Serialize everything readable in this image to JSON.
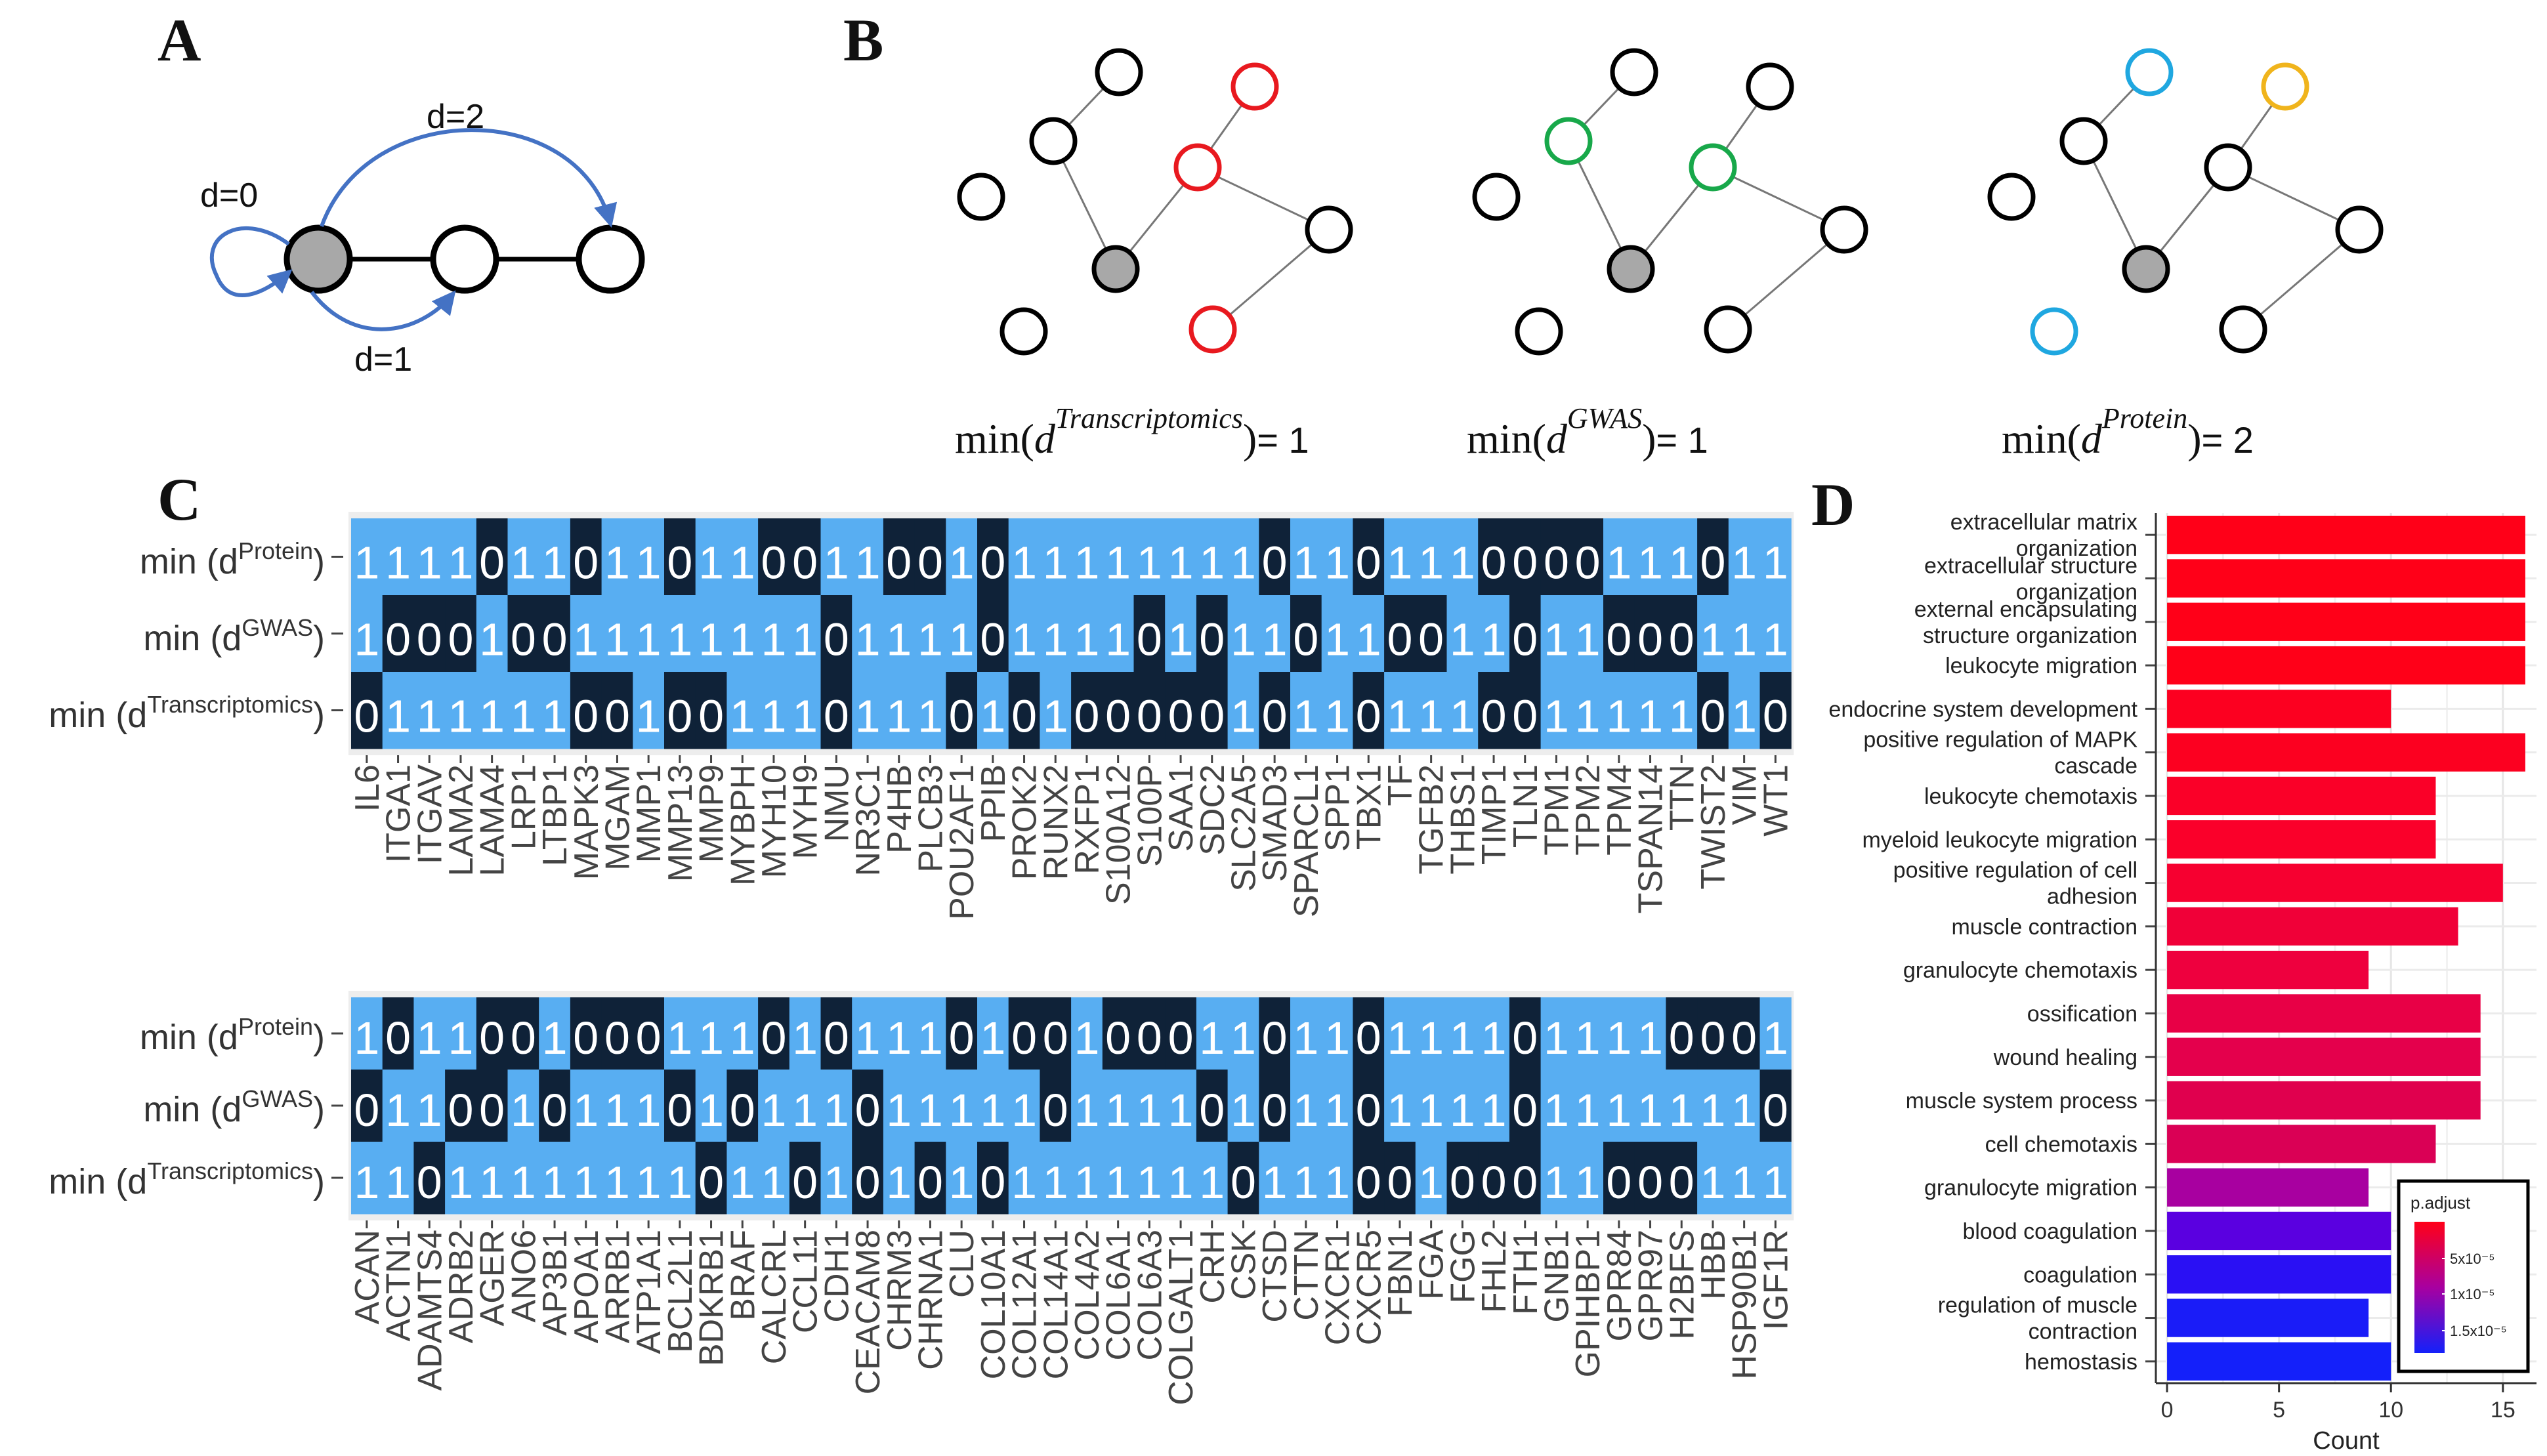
{
  "panels": {
    "a": "A",
    "b": "B",
    "c": "C",
    "d": "D"
  },
  "panel_a": {
    "d0": "d=0",
    "d1": "d=1",
    "d2": "d=2"
  },
  "panel_b": {
    "min_prefix": "min(",
    "min_close": ")",
    "d": "d",
    "transcriptomics": {
      "sup": "Transcriptomics",
      "value": "= 1",
      "highlight_color": "#e8191f"
    },
    "gwas": {
      "sup": "GWAS",
      "value": "= 1",
      "highlight_color": "#18a84a"
    },
    "protein": {
      "sup": "Protein",
      "value": "= 2",
      "highlight_colors": [
        "#1fa7e0",
        "#f0b41c"
      ]
    }
  },
  "panel_c": {
    "row_prefix": "min (d",
    "row_close": ")",
    "row_sups": [
      "Protein",
      "GWAS",
      "Transcriptomics"
    ],
    "colors": {
      "one": "#58aef2",
      "zero": "#0f2238"
    },
    "top": {
      "genes": [
        "IL6",
        "ITGA1",
        "ITGAV",
        "LAMA2",
        "LAMA4",
        "LRP1",
        "LTBP1",
        "MAPK3",
        "MGAM",
        "MMP1",
        "MMP13",
        "MMP9",
        "MYBPH",
        "MYH10",
        "MYH9",
        "NMU",
        "NR3C1",
        "P4HB",
        "PLCB3",
        "POU2AF1",
        "PPIB",
        "PROK2",
        "RUNX2",
        "RXFP1",
        "S100A12",
        "S100P",
        "SAA1",
        "SDC2",
        "SLC2A5",
        "SMAD3",
        "SPARCL1",
        "SPP1",
        "TBX1",
        "TF",
        "TGFB2",
        "THBS1",
        "TIMP1",
        "TLN1",
        "TPM1",
        "TPM2",
        "TPM4",
        "TSPAN14",
        "TTN",
        "TWIST2",
        "VIM",
        "WT1"
      ],
      "rows": [
        "1111011011011001100101111111101101110000111011",
        "1000100111111110111101111010110110011011000111",
        "0111111001001110111010100000101101110011111010"
      ]
    },
    "bottom": {
      "genes": [
        "ACAN",
        "ACTN1",
        "ADAMTS4",
        "ADRB2",
        "AGER",
        "ANO6",
        "AP3B1",
        "APOA1",
        "ARRB1",
        "ATP1A1",
        "BCL2L1",
        "BDKRB1",
        "BRAF",
        "CALCRL",
        "CCL11",
        "CDH1",
        "CEACAM8",
        "CHRM3",
        "CHRNA1",
        "CLU",
        "COL10A1",
        "COL12A1",
        "COL14A1",
        "COL4A2",
        "COL6A1",
        "COL6A3",
        "COLGALT1",
        "CRH",
        "CSK",
        "CTSD",
        "CTTN",
        "CXCR1",
        "CXCR5",
        "FBN1",
        "FGA",
        "FGG",
        "FHL2",
        "FTH1",
        "GNB1",
        "GPIHBP1",
        "GPR84",
        "GPR97",
        "H2BFS",
        "HBB",
        "HSP90B1",
        "IGF1R"
      ],
      "rows": [
        "1011001000111010111010010001101101111011110001",
        "0110010111010111011111011110101101111011111110",
        "1101111111101101010101111111011100100011000111"
      ]
    }
  },
  "chart_data": {
    "type": "bar",
    "orientation": "horizontal",
    "categories": [
      "extracellular matrix organization",
      "extracellular structure organization",
      "external encapsulating structure organization",
      "leukocyte migration",
      "endocrine system development",
      "positive regulation of MAPK cascade",
      "leukocyte chemotaxis",
      "myeloid leukocyte migration",
      "positive regulation of cell adhesion",
      "muscle contraction",
      "granulocyte chemotaxis",
      "ossification",
      "wound healing",
      "muscle system process",
      "cell chemotaxis",
      "granulocyte migration",
      "blood coagulation",
      "coagulation",
      "regulation of muscle contraction",
      "hemostasis"
    ],
    "category_lines": [
      [
        "extracellular matrix",
        "organization"
      ],
      [
        "extracellular structure",
        "organization"
      ],
      [
        "external encapsulating",
        "structure organization"
      ],
      [
        "leukocyte migration"
      ],
      [
        "endocrine system development"
      ],
      [
        "positive regulation of MAPK",
        "cascade"
      ],
      [
        "leukocyte chemotaxis"
      ],
      [
        "myeloid leukocyte migration"
      ],
      [
        "positive regulation of cell",
        "adhesion"
      ],
      [
        "muscle contraction"
      ],
      [
        "granulocyte chemotaxis"
      ],
      [
        "ossification"
      ],
      [
        "wound healing"
      ],
      [
        "muscle system process"
      ],
      [
        "cell chemotaxis"
      ],
      [
        "granulocyte migration"
      ],
      [
        "blood coagulation"
      ],
      [
        "coagulation"
      ],
      [
        "regulation of muscle",
        "contraction"
      ],
      [
        "hemostasis"
      ]
    ],
    "values": [
      16,
      16,
      16,
      16,
      10,
      16,
      12,
      12,
      15,
      13,
      9,
      14,
      14,
      14,
      12,
      9,
      10,
      10,
      9,
      10
    ],
    "colors": [
      "#ff0018",
      "#ff0018",
      "#ff0018",
      "#ff0018",
      "#fc0020",
      "#fc0020",
      "#fa0028",
      "#fa002a",
      "#f60030",
      "#f00038",
      "#ee003e",
      "#e80046",
      "#e4004c",
      "#e0004e",
      "#da0055",
      "#a800a0",
      "#5a00e0",
      "#2a10f4",
      "#1a1cf8",
      "#1420fa"
    ],
    "xlabel": "Count",
    "xlim": [
      -0.5,
      16.5
    ],
    "xticks": [
      0,
      5,
      10,
      15
    ],
    "grid": true,
    "legend": {
      "title": "p.adjust",
      "ticks": [
        "5x10⁻⁵",
        "1x10⁻⁵",
        "1.5x10⁻⁵"
      ],
      "position": "bottom-right"
    }
  }
}
